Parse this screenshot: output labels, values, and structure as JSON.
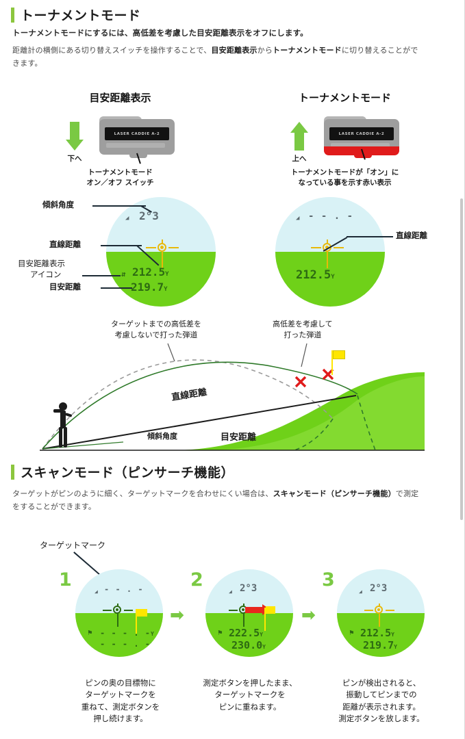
{
  "sections": {
    "tournament": {
      "heading": "トーナメントモード",
      "lead": "トーナメントモードにするには、高低差を考慮した目安距離表示をオフにします。",
      "body_1": "距離計の横側にある切り替えスイッチを操作することで、",
      "body_b1": "目安距離表示",
      "body_2": "から",
      "body_b2": "トーナメントモード",
      "body_3": "に切り替えることがで",
      "body_4": "きます。"
    },
    "scan": {
      "heading": "スキャンモード（ピンサーチ機能）",
      "body_1": "ターゲットがピンのように細く、ターゲットマークを合わせにくい場合は、",
      "body_b1": "スキャンモード（ピンサーチ機能）",
      "body_2": "で測定",
      "body_3": "をすることができます。"
    }
  },
  "devices": [
    {
      "title": "目安距離表示",
      "arrow_direction": "down",
      "arrow_label": "下へ",
      "brand": "LASER CADDIE A-2",
      "note_line1": "トーナメントモード",
      "note_line2": "オン／オフ スイッチ",
      "has_red_indicator": false
    },
    {
      "title": "トーナメントモード",
      "arrow_direction": "up",
      "arrow_label": "上へ",
      "brand": "LASER CADDIE A-2",
      "note_line1": "トーナメントモードが「オン」に",
      "note_line2": "なっている事を示す赤い表示",
      "has_red_indicator": true
    }
  ],
  "scopes": {
    "left": {
      "angle_value": "2°3",
      "distance_straight": "212.5",
      "distance_straight_unit": "Y",
      "distance_reference": "219.7",
      "distance_reference_unit": "Y",
      "labels": {
        "angle": "傾斜角度",
        "straight": "直線距離",
        "icon_line1": "目安距離表示",
        "icon_line2": "アイコン",
        "reference": "目安距離"
      }
    },
    "right": {
      "angle_value": "- - . -",
      "distance_straight": "212.5",
      "distance_straight_unit": "Y",
      "label_straight": "直線距離"
    }
  },
  "trajectory": {
    "label_dashed_line1": "ターゲットまでの高低差を",
    "label_dashed_line2": "考慮しないで打った弾道",
    "label_solid_line1": "高低差を考慮して",
    "label_solid_line2": "打った弾道",
    "label_straight": "直線距離",
    "label_angle": "傾斜角度",
    "label_reference": "目安距離"
  },
  "scan_steps": {
    "target_mark_label": "ターゲットマーク",
    "arrow_glyph": "➡",
    "steps": [
      {
        "number": "1",
        "angle_value": "- - . -",
        "distance_main": "- - - . -",
        "distance_main_unit": "Y",
        "distance_sub": "- - - . -",
        "distance_sub_unit": "Y",
        "has_red_arrow": false,
        "caption_lines": [
          "ピンの奥の目標物に",
          "ターゲットマークを",
          "重ねて、測定ボタンを",
          "押し続けます。"
        ]
      },
      {
        "number": "2",
        "angle_value": "2°3",
        "distance_main": "222.5",
        "distance_main_unit": "Y",
        "distance_sub": "230.0",
        "distance_sub_unit": "Y",
        "has_red_arrow": true,
        "caption_lines": [
          "測定ボタンを押したまま、",
          "ターゲットマークを",
          "ピンに重ねます。"
        ]
      },
      {
        "number": "3",
        "angle_value": "2°3",
        "distance_main": "212.5",
        "distance_main_unit": "Y",
        "distance_sub": "219.7",
        "distance_sub_unit": "Y",
        "has_red_arrow": false,
        "caption_lines": [
          "ピンが検出されると、",
          "振動してピンまでの",
          "距離が表示されます。",
          "測定ボタンを放します。"
        ]
      }
    ]
  },
  "colors": {
    "accent_green": "#8cc63e",
    "scope_ground": "#6fd119",
    "scope_sky": "#d9f2f6",
    "lcd_green": "#2d6b12",
    "reticle_yellow": "#e8b90a",
    "red": "#e01b1b",
    "flag_yellow": "#ffe600"
  }
}
